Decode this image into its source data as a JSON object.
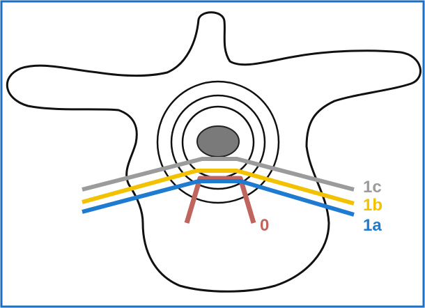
{
  "colors": {
    "frame_border": "#1a6fc4",
    "outline": "#111111",
    "spinal_cord": "#7a7a7a",
    "line_0": "#c0645e",
    "line_1a": "#1f7bd0",
    "line_1b": "#f2c200",
    "line_1c": "#9b9b9b",
    "background": "#ffffff"
  },
  "labels": {
    "line_0": "0",
    "line_1a": "1a",
    "line_1b": "1b",
    "line_1c": "1c"
  }
}
